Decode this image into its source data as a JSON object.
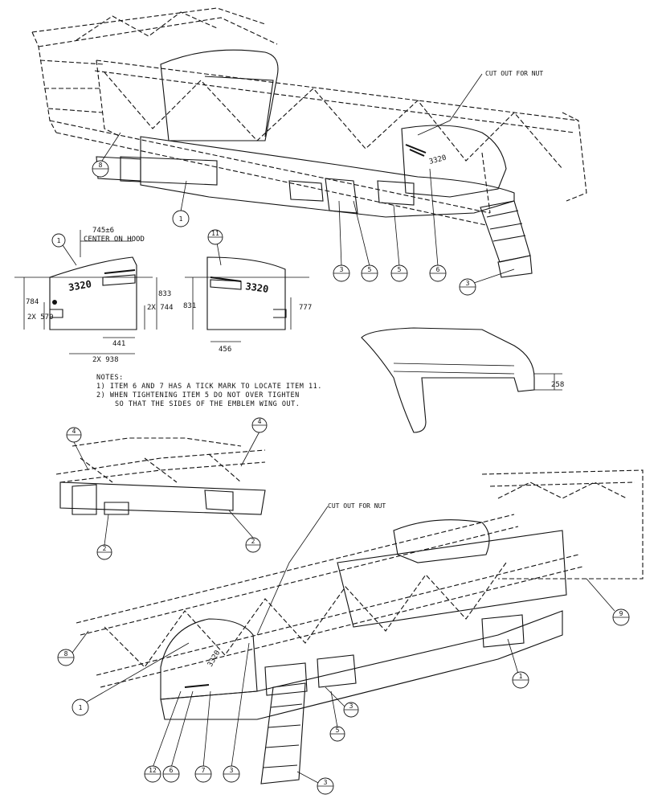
{
  "callouts": {
    "cut_out_top": "CUT OUT FOR NUT",
    "cut_out_bottom": "CUT OUT FOR NUT"
  },
  "detail_left": {
    "dim_center": "745±6",
    "center_label": "CENTER ON HOOD",
    "h_784": "784",
    "d_2x570": "2X 570",
    "h_833": "833",
    "d_2x744": "2X 744",
    "d_441": "441",
    "d_2x938": "2X 938",
    "model": "3320"
  },
  "detail_right": {
    "h_831": "831",
    "d_777": "777",
    "d_456": "456",
    "model": "3320"
  },
  "fender": {
    "d_258": "258"
  },
  "notes": {
    "title": "NOTES:",
    "line1": "1)  ITEM 6 AND 7 HAS A TICK MARK TO LOCATE ITEM 11.",
    "line2": "2)  WHEN TIGHTENING ITEM 5 DO NOT OVER TIGHTEN",
    "line3": "SO THAT THE SIDES OF THE EMBLEM WING OUT."
  },
  "balloons": {
    "b8_top": "8",
    "b1_top": "1",
    "b_mid1": "3",
    "b_mid2": "5",
    "b_mid3": "5",
    "b_mid4": "6",
    "b3_step": "3",
    "b_det1": "1",
    "b_det2": "11",
    "b4_left": "4",
    "b4_right": "4",
    "b2_left": "2",
    "b2_right": "2",
    "b9": "9",
    "b8_low": "8",
    "b1_low": "1",
    "b_nose": "1",
    "b3_low": "3",
    "b5_low": "5",
    "b_row1": "12",
    "b_row2": "6",
    "b_row3": "7",
    "b_row4": "3",
    "b_row5": "3"
  }
}
